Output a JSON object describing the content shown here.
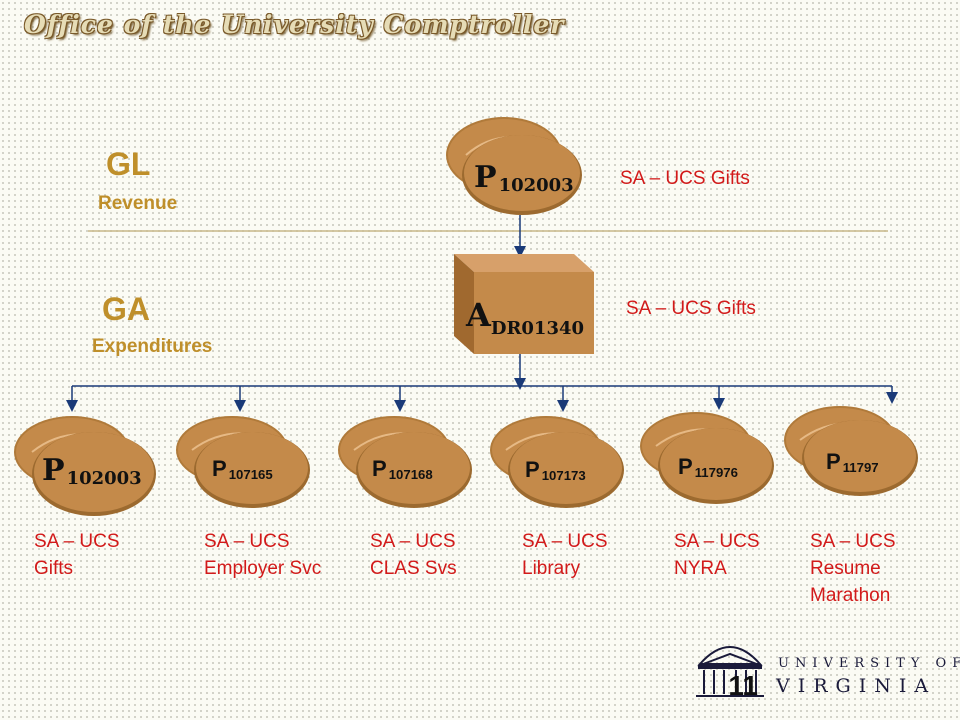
{
  "header": {
    "title": "Office of the University Comptroller"
  },
  "gl": {
    "label": "GL",
    "sub": "Revenue"
  },
  "ga": {
    "label": "GA",
    "sub": "Expenditures"
  },
  "top_node": {
    "letter": "P",
    "code": "102003",
    "desc": "SA – UCS Gifts"
  },
  "account_node": {
    "letter": "A",
    "code": "DR01340",
    "desc": "SA – UCS Gifts"
  },
  "projects": [
    {
      "letter": "P",
      "code": "102003",
      "desc_line1": "SA – UCS",
      "desc_line2": "Gifts",
      "desc_line3": ""
    },
    {
      "letter": "P",
      "code": "107165",
      "desc_line1": "SA – UCS",
      "desc_line2": "Employer Svc",
      "desc_line3": ""
    },
    {
      "letter": "P",
      "code": "107168",
      "desc_line1": "SA – UCS",
      "desc_line2": "CLAS Svs",
      "desc_line3": ""
    },
    {
      "letter": "P",
      "code": "107173",
      "desc_line1": "SA – UCS",
      "desc_line2": "Library",
      "desc_line3": ""
    },
    {
      "letter": "P",
      "code": "117976",
      "desc_line1": "SA – UCS",
      "desc_line2": "NYRA",
      "desc_line3": ""
    },
    {
      "letter": "P",
      "code": "11797",
      "desc_line1": "SA – UCS",
      "desc_line2": "Resume",
      "desc_line3": "Marathon"
    }
  ],
  "slide_number": "11",
  "logo": {
    "line1": "UNIVERSITY OF",
    "line2": "VIRGINIA"
  },
  "colors": {
    "cylinder": "#c48a4a",
    "cylinder_dark": "#8a5a26",
    "accent_gold": "#bf8f2a",
    "desc_red": "#d21a1a"
  }
}
